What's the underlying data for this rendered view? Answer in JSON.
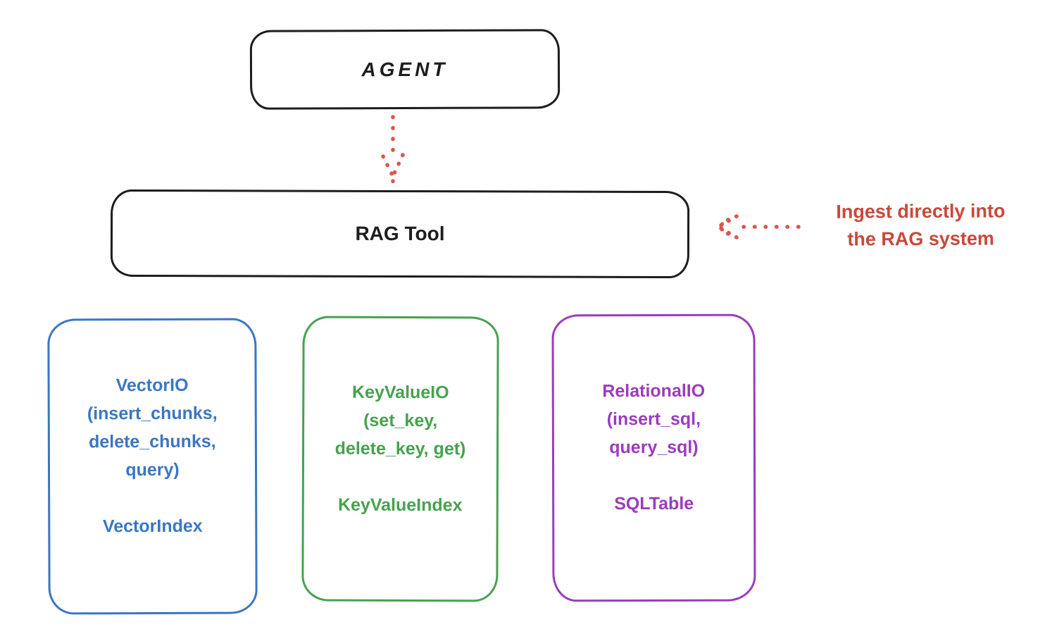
{
  "canvas": {
    "background": "#ffffff"
  },
  "nodes": {
    "agent": {
      "label": "AGENT"
    },
    "rag_tool": {
      "label": "RAG Tool"
    }
  },
  "annotation": {
    "line1": "Ingest directly into",
    "line2": "the RAG system"
  },
  "arrows": {
    "agent_to_rag": {
      "style": "dotted",
      "direction": "down"
    },
    "annotation_to_rag": {
      "style": "dotted",
      "direction": "left"
    }
  },
  "cards": [
    {
      "id": "vector-io",
      "title_lines": [
        "VectorIO",
        "(insert_chunks,",
        "delete_chunks,",
        "query)"
      ],
      "index_label": "VectorIndex",
      "color": "#3a76c4"
    },
    {
      "id": "keyvalue-io",
      "title_lines": [
        "KeyValueIO",
        "(set_key,",
        "delete_key, get)"
      ],
      "index_label": "KeyValueIndex",
      "color": "#46a24f"
    },
    {
      "id": "relational-io",
      "title_lines": [
        "RelationalIO",
        "(insert_sql,",
        "query_sql)"
      ],
      "index_label": "SQLTable",
      "color": "#9a3cbe"
    }
  ],
  "colors": {
    "ink": "#1d1d1d",
    "arrow_red": "#dd544b",
    "annotation_red": "#c8493a"
  }
}
